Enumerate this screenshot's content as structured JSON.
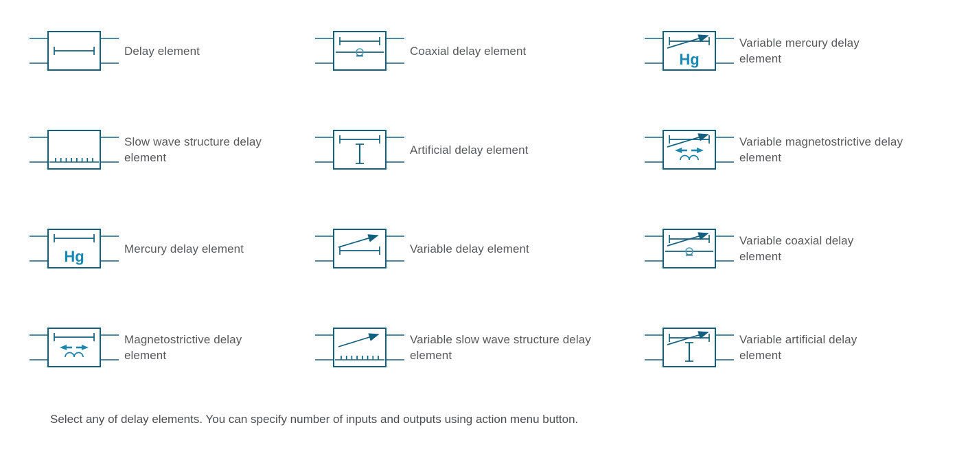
{
  "palette": {
    "symbol_stroke": "#11607F",
    "accent_blue": "#1E85AD",
    "mercury_text_blue": "#1787B4",
    "coax_circle_blue": "#4F9CBC",
    "label_gray": "#58595B",
    "background": "#FFFFFF"
  },
  "hg_label": "Hg",
  "items": [
    {
      "label": "Delay element"
    },
    {
      "label": "Coaxial delay element"
    },
    {
      "label": "Variable mercury delay element"
    },
    {
      "label": "Slow wave structure delay element"
    },
    {
      "label": "Artificial delay element"
    },
    {
      "label": "Variable magnetostrictive delay element"
    },
    {
      "label": "Mercury delay element"
    },
    {
      "label": "Variable delay element"
    },
    {
      "label": "Variable coaxial delay element"
    },
    {
      "label": "Magnetostrictive delay element"
    },
    {
      "label": "Variable slow wave structure delay element"
    },
    {
      "label": "Variable artificial delay element"
    }
  ],
  "caption": "Select any of delay elements. You can specify number of inputs and outputs using action menu button."
}
